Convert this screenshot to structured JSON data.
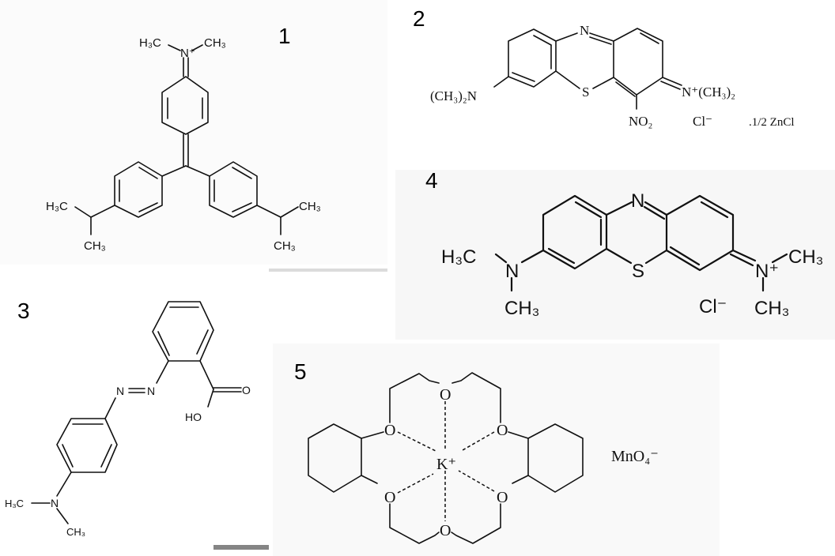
{
  "compounds": [
    {
      "number": "1",
      "labels": {
        "n_plus": "N⁺",
        "me_left": "H₃C",
        "me_right": "CH₃",
        "ipr1_a": "H₃C",
        "ipr1_b": "CH₃",
        "ipr2_a": "CH₃",
        "ipr2_b": "CH₃"
      }
    },
    {
      "number": "2",
      "labels": {
        "ring_n": "N",
        "ring_s": "S",
        "nme2": "(CH₃)₂N",
        "n_plus": "N⁺(CH₃)₂",
        "no2": "NO₂",
        "cl": "Cl⁻",
        "zncl": ".1/2  ZnCl"
      }
    },
    {
      "number": "3",
      "labels": {
        "n1": "N",
        "n2": "N",
        "o": "O",
        "ho": "HO",
        "n_amine": "N",
        "me1": "H₃C",
        "me2": "CH₃"
      }
    },
    {
      "number": "4",
      "labels": {
        "ring_n": "N",
        "ring_s": "S",
        "n_left": "N",
        "me_left": "H₃C",
        "me_left_down": "CH₃",
        "n_plus": "N⁺",
        "me_right": "CH₃",
        "me_right_down": "CH₃",
        "cl": "Cl⁻"
      }
    },
    {
      "number": "5",
      "labels": {
        "k": "K⁺",
        "o": "O",
        "anion": "MnO₄⁻"
      }
    }
  ]
}
